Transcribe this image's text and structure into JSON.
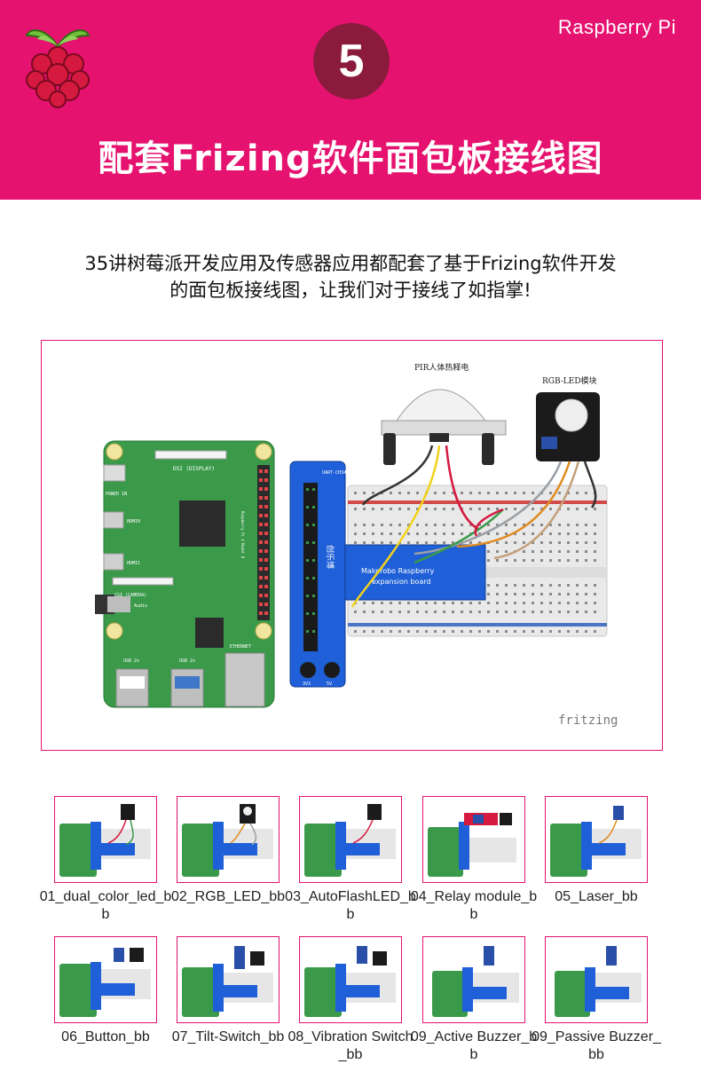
{
  "header": {
    "brand": "Raspberry Pi",
    "number": "5",
    "title": "配套Frizing软件面包板接线图",
    "bg_color": "#e5126f",
    "circle_color": "#8b1b3d"
  },
  "intro": {
    "line1": "35讲树莓派开发应用及传感器应用都配套了基于Frizing软件开发",
    "line2": "的面包板接线图，让我们对于接线了如指掌!"
  },
  "diagram": {
    "pir_label": "PIR人体热释电",
    "rgb_label": "RGB-LED模块",
    "watermark": "fritzing",
    "rpi_labels": {
      "dsi": "DSI (DISPLAY)",
      "power": "POWER IN",
      "hdmi0": "HDMI0",
      "hdmi1": "HDMI1",
      "csi": "CSI (CAMERA)",
      "audio": "Audio",
      "usb2a": "USB 2x",
      "usb2b": "USB 2x",
      "ethernet": "ETHERNET",
      "model": "Raspberry Pi 4 Model B"
    },
    "board_labels": {
      "top": "UART-CH340",
      "brand": "创乐博",
      "name": "Makerobo Raspberry",
      "sub": "expansion board",
      "v33": "3V3",
      "v5": "5V"
    }
  },
  "thumbnails": [
    {
      "label": "01_dual_color_led_bb",
      "module": "dark"
    },
    {
      "label": "02_RGB_LED_bb",
      "module": "dark"
    },
    {
      "label": "03_AutoFlashLED_bb",
      "module": "dark"
    },
    {
      "label": "04_Relay module_bb",
      "module": "relay"
    },
    {
      "label": "05_Laser_bb",
      "module": "blue"
    },
    {
      "label": "06_Button_bb",
      "module": "blue"
    },
    {
      "label": "07_Tilt-Switch_bb",
      "module": "blue"
    },
    {
      "label": "08_Vibration Switch_bb",
      "module": "blue"
    },
    {
      "label": "09_Active Buzzer_bb",
      "module": "blue"
    },
    {
      "label": "09_Passive Buzzer_bb",
      "module": "blue"
    }
  ]
}
